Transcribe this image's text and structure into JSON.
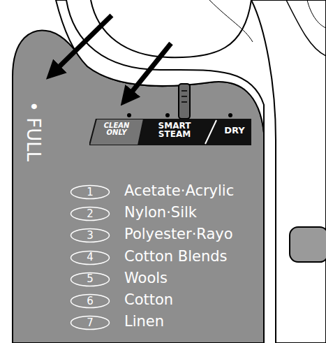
{
  "diagram": {
    "nodes": [
      {
        "text": [
          "CLEAN ONLY",
          "SMART STEAM",
          "DRY"
        ]
      },
      {
        "text": [
          "1"
        ]
      },
      {
        "text": [
          "2"
        ]
      },
      {
        "text": [
          "3"
        ]
      },
      {
        "text": [
          "4"
        ]
      },
      {
        "text": [
          "5"
        ]
      },
      {
        "text": [
          "6"
        ]
      },
      {
        "text": [
          "7"
        ]
      }
    ],
    "labels": [
      "• FULL",
      "Acetate·Acrylic",
      "Nylon·Silk",
      "Polyester·Rayo",
      "Cotton Blends",
      "Wools",
      "Cotton",
      "Linen"
    ]
  }
}
